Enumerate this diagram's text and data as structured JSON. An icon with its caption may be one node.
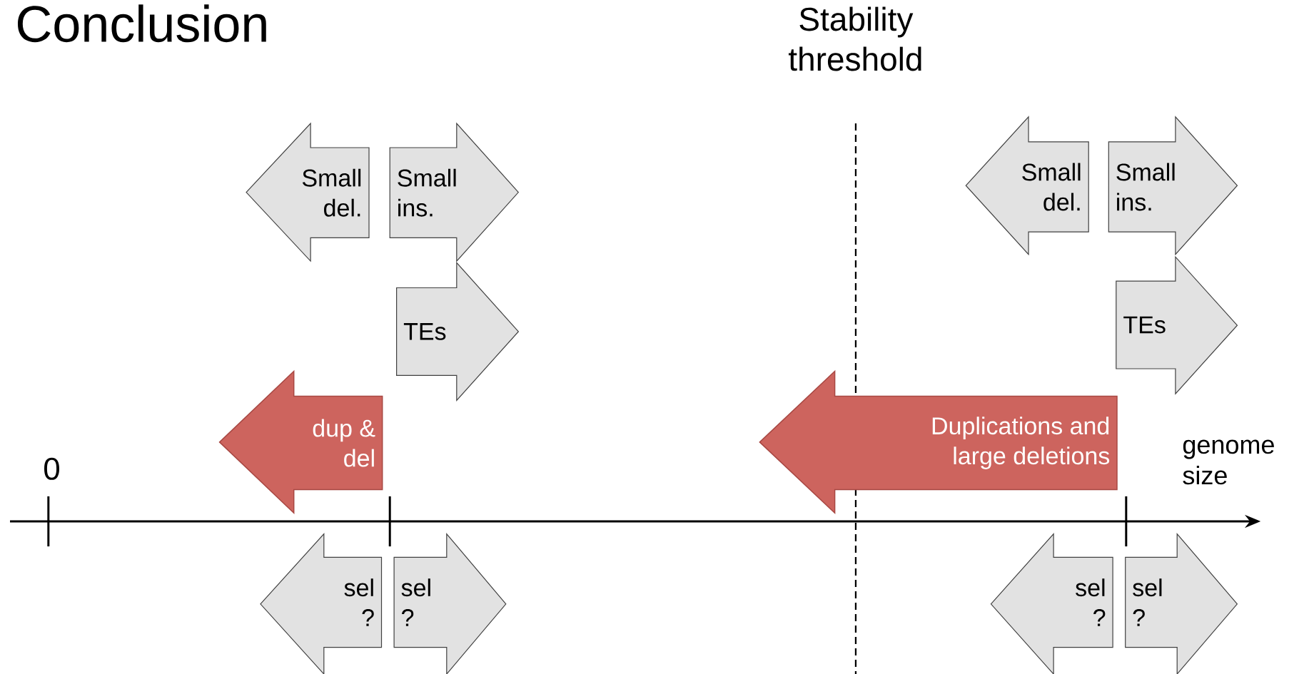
{
  "diagram": {
    "title": "Conclusion",
    "nodes": [
      {
        "text": [
          "Small del."
        ]
      },
      {
        "text": [
          "Small ins."
        ]
      },
      {
        "text": [
          "Small del."
        ]
      },
      {
        "text": [
          "Small ins."
        ]
      },
      {
        "text": [
          "TEs"
        ]
      },
      {
        "text": [
          "TEs"
        ]
      },
      {
        "text": [
          "dup & del"
        ]
      },
      {
        "text": [
          "Duplications and large deletions"
        ]
      },
      {
        "text": [
          "sel ?"
        ]
      },
      {
        "text": [
          "sel ?"
        ]
      },
      {
        "text": [
          "sel ?"
        ]
      },
      {
        "text": [
          "sel ?"
        ]
      }
    ],
    "labels": [
      "Stability threshold",
      "0",
      "genome size"
    ]
  }
}
